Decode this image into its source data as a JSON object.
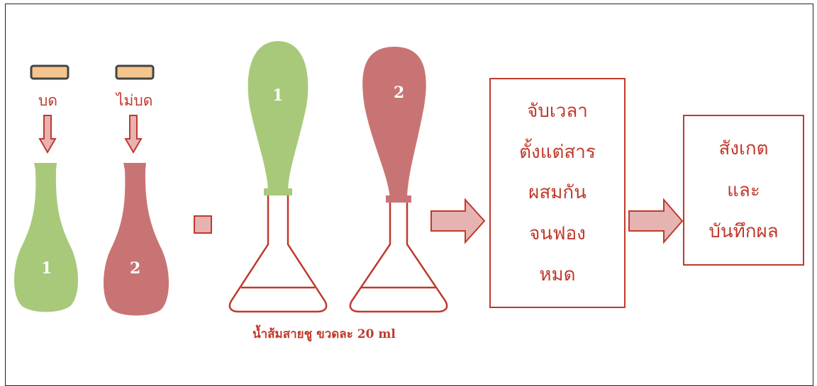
{
  "colors": {
    "red": "#c0392b",
    "green": "#a8c97a",
    "pink": "#c97474",
    "cap": "#f4c58c",
    "arrow_fill": "#e6b3b3"
  },
  "labels": {
    "crushed": "บด",
    "not_crushed": "ไม่บด",
    "vinegar": "น้ำส้มสายชู ขวดละ 20 ml"
  },
  "bottles": {
    "small_1": "1",
    "small_2": "2",
    "balloon_1": "1",
    "balloon_2": "2"
  },
  "box1": {
    "lines": [
      "จับเวลา",
      "ตั้งแต่สาร",
      "ผสมกัน",
      "จนฟอง",
      "หมด"
    ]
  },
  "box2": {
    "lines": [
      "สังเกต",
      "และ",
      "บันทึกผล"
    ]
  }
}
